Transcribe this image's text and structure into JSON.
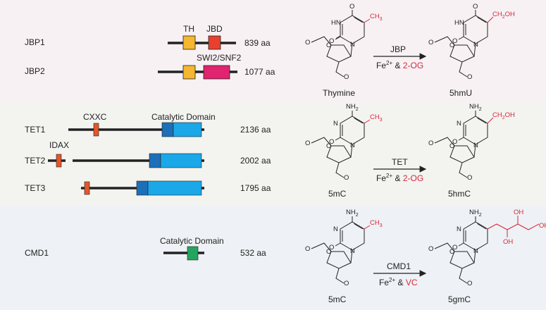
{
  "panels": {
    "jbp": {
      "rows": [
        {
          "name": "JBP1",
          "length": "839 aa",
          "domains": [
            "TH",
            "JBD"
          ]
        },
        {
          "name": "JBP2",
          "length": "1077 aa",
          "domains": [
            "SWI2/SNF2"
          ]
        }
      ],
      "reaction": {
        "substrate": "Thymine",
        "product": "5hmU",
        "enzyme": "JBP",
        "cofactor_prefix": "Fe",
        "cofactor_sup": "2+",
        "cofactor_amp": " & ",
        "cofactor_red": "2-OG"
      }
    },
    "tet": {
      "rows": [
        {
          "name": "TET1",
          "length": "2136 aa",
          "domains": [
            "CXXC",
            "Catalytic Domain"
          ]
        },
        {
          "name": "TET2",
          "length": "2002 aa",
          "domains": [
            "IDAX"
          ]
        },
        {
          "name": "TET3",
          "length": "1795 aa",
          "domains": []
        }
      ],
      "reaction": {
        "substrate": "5mC",
        "product": "5hmC",
        "enzyme": "TET",
        "cofactor_prefix": "Fe",
        "cofactor_sup": "2+",
        "cofactor_amp": " & ",
        "cofactor_red": "2-OG"
      }
    },
    "cmd": {
      "rows": [
        {
          "name": "CMD1",
          "length": "532 aa",
          "domains": [
            "Catalytic Domain"
          ]
        }
      ],
      "reaction": {
        "substrate": "5mC",
        "product": "5gmC",
        "enzyme": "CMD1",
        "cofactor_prefix": "Fe",
        "cofactor_sup": "2+",
        "cofactor_amp": " & ",
        "cofactor_red": "VC"
      }
    }
  },
  "atoms": {
    "O": "O",
    "HN": "HN",
    "N": "N",
    "NH2": "NH",
    "NH2_sub": "2",
    "CH3": "CH",
    "CH3_sub": "3",
    "CH2OH_a": "CH",
    "CH2OH_sub": "2",
    "CH2OH_b": "OH",
    "OH": "OH"
  },
  "colors": {
    "jbp_bg": "#f7f1f4",
    "tet_bg": "#f3f3f0",
    "cmd_bg": "#eef1f5",
    "th": "#f5b731",
    "jbd": "#e8402e",
    "swi": "#e0246f",
    "cxxc": "#e2572a",
    "cat_dark": "#1d6fb8",
    "cat_light": "#1aa8e8",
    "cmd_green": "#22a65f",
    "red": "#d62839"
  }
}
